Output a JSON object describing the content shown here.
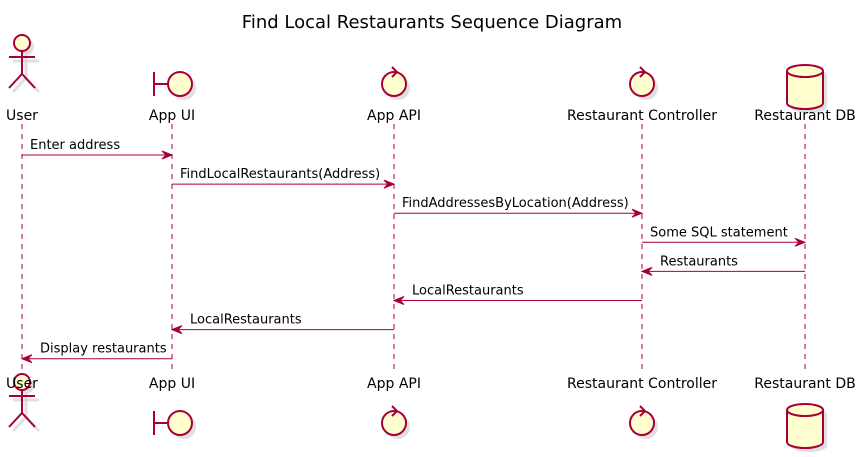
{
  "title": "Find Local Restaurants Sequence Diagram",
  "participants": [
    {
      "id": "user",
      "label": "User",
      "kind": "actor"
    },
    {
      "id": "app-ui",
      "label": "App UI",
      "kind": "boundary"
    },
    {
      "id": "app-api",
      "label": "App API",
      "kind": "control"
    },
    {
      "id": "restaurant-controller",
      "label": "Restaurant Controller",
      "kind": "control"
    },
    {
      "id": "restaurant-db",
      "label": "Restaurant DB",
      "kind": "database"
    }
  ],
  "messages": [
    {
      "from": "user",
      "to": "app-ui",
      "label": "Enter address"
    },
    {
      "from": "app-ui",
      "to": "app-api",
      "label": "FindLocalRestaurants(Address)"
    },
    {
      "from": "app-api",
      "to": "restaurant-controller",
      "label": "FindAddressesByLocation(Address)"
    },
    {
      "from": "restaurant-controller",
      "to": "restaurant-db",
      "label": "Some SQL statement"
    },
    {
      "from": "restaurant-db",
      "to": "restaurant-controller",
      "label": "Restaurants"
    },
    {
      "from": "restaurant-controller",
      "to": "app-api",
      "label": "LocalRestaurants"
    },
    {
      "from": "app-api",
      "to": "app-ui",
      "label": "LocalRestaurants"
    },
    {
      "from": "app-ui",
      "to": "user",
      "label": "Display restaurants"
    }
  ],
  "colors": {
    "line": "#A80036",
    "fill": "#FEFECE",
    "text": "#000000"
  }
}
